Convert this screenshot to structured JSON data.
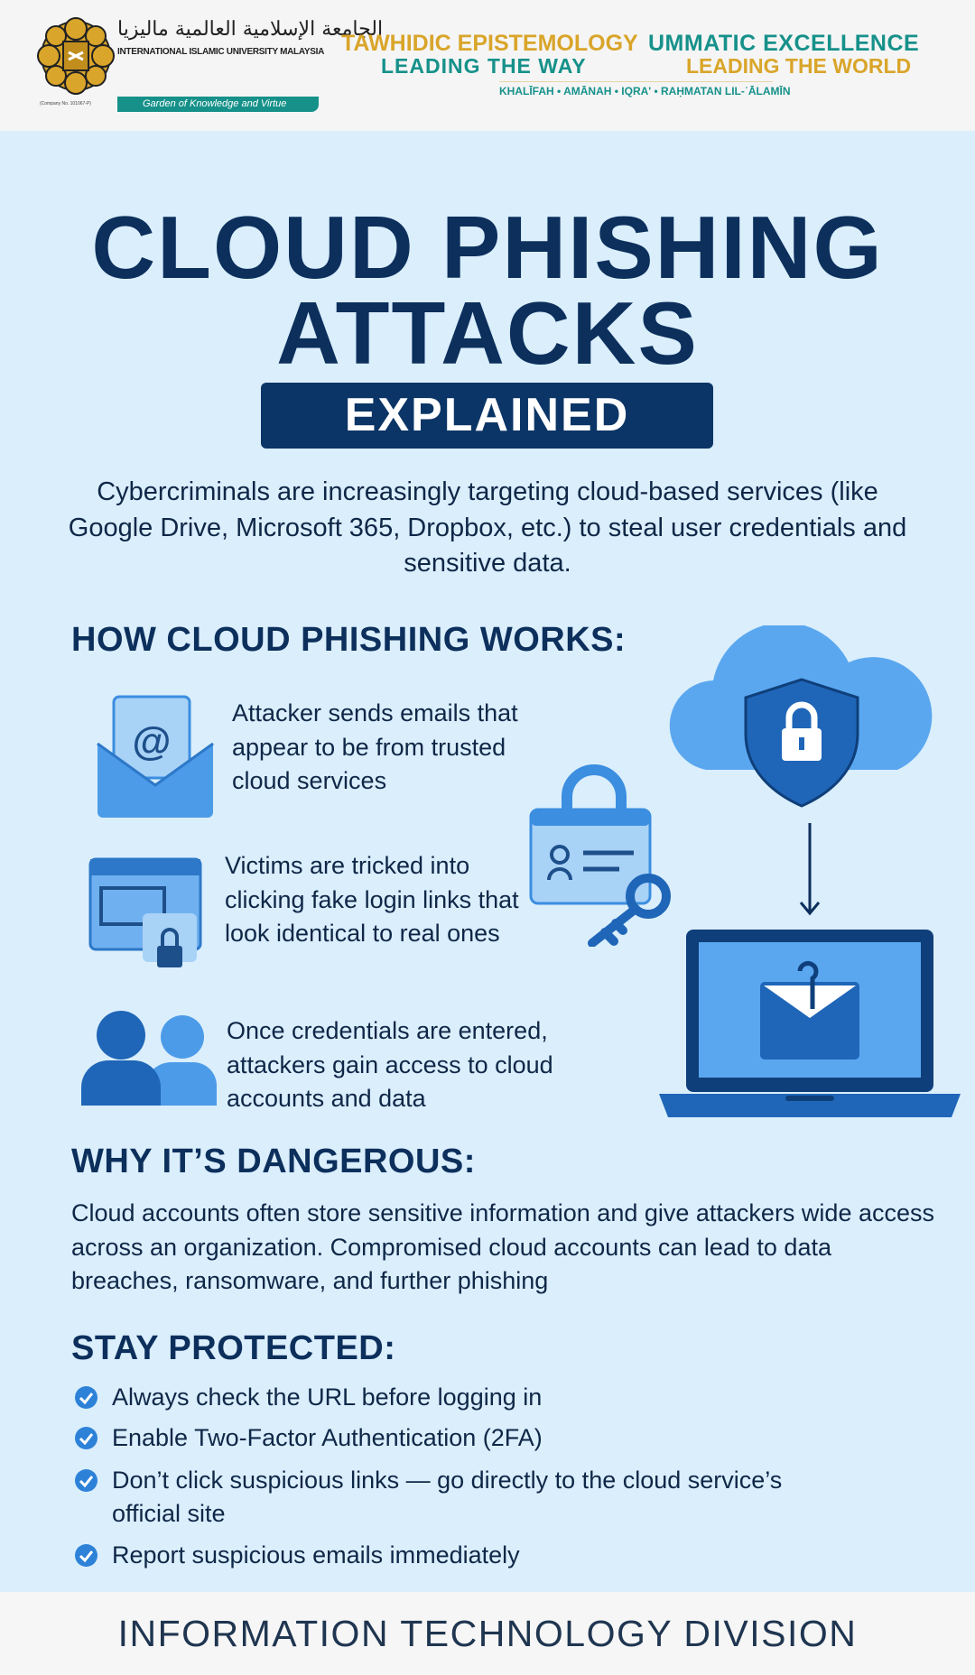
{
  "header": {
    "logo_text": "INTERNATIONAL ISLAMIC UNIVERSITY MALAYSIA",
    "logo_arabic": "الجامعة الإسلامية العالمية ماليزيا",
    "company_no": "(Company No. 101067-P)",
    "logo_tagline": "Garden of Knowledge and Virtue",
    "slogan1_line1": "TAWHIDIC EPISTEMOLOGY",
    "slogan1_line2": "LEADING THE WAY",
    "slogan2_line1": "UMMATIC EXCELLENCE",
    "slogan2_line2": "LEADING THE WORLD",
    "values": "KHALĪFAH • AMĀNAH • IQRA' • RAḤMATAN LIL-ʿĀLAMĪN"
  },
  "title": {
    "line1": "CLOUD PHISHING",
    "line2": "ATTACKS",
    "badge": "EXPLAINED"
  },
  "intro": "Cybercriminals are increasingly targeting cloud-based services (like Google Drive, Microsoft 365, Dropbox, etc.) to steal user credentials and sensitive data.",
  "how": {
    "heading": "HOW CLOUD PHISHING WORKS:",
    "steps": [
      "Attacker sends emails that appear to be from trusted cloud services",
      "Victims are tricked into clicking fake login links that look identical to real ones",
      "Once credentials are entered, attackers gain access to cloud accounts and data"
    ]
  },
  "why": {
    "heading": "WHY IT’S DANGEROUS:",
    "text": "Cloud accounts often store sensitive information and give attackers wide access across an organization. Compromised cloud accounts can lead to data breaches, ransomware, and further phishing"
  },
  "protect": {
    "heading": "STAY PROTECTED:",
    "items": [
      "Always check the URL before logging in",
      "Enable Two-Factor Authentication (2FA)",
      "Don’t click suspicious links — go directly to the cloud service’s",
      "official site",
      "Report suspicious emails immediately"
    ]
  },
  "footer": "INFORMATION TECHNOLOGY DIVISION",
  "colors": {
    "navy": "#0c2f5c",
    "gold": "#d9a52a",
    "teal": "#16918a",
    "bg": "#daeefc",
    "icon": "#3b8ee0"
  }
}
